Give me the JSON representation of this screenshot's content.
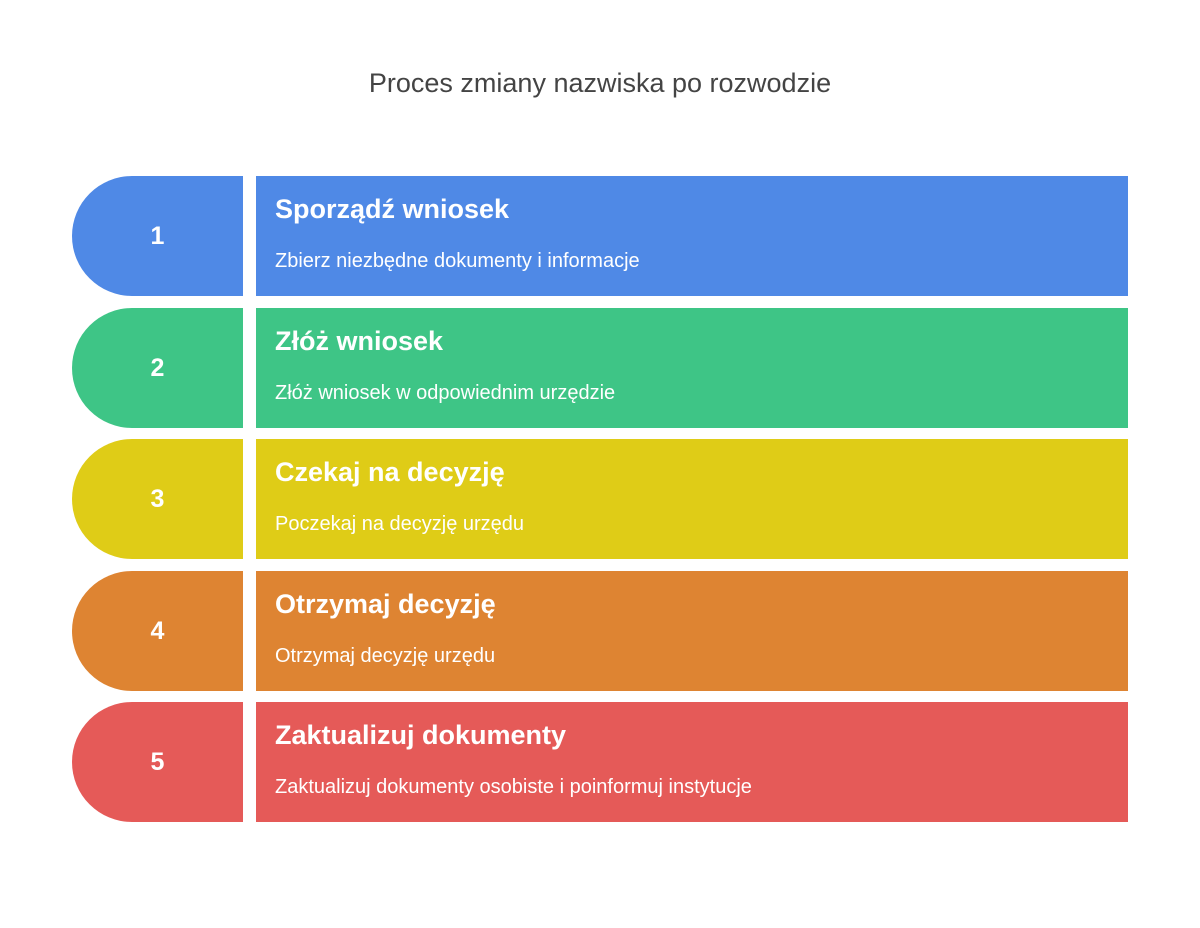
{
  "title": "Proces zmiany nazwiska po rozwodzie",
  "steps": [
    {
      "number": "1",
      "title": "Sporządź wniosek",
      "description": "Zbierz niezbędne dokumenty i informacje",
      "color": "#4f89e6"
    },
    {
      "number": "2",
      "title": "Złóż wniosek",
      "description": "Złóż wniosek w odpowiednim urzędzie",
      "color": "#3ec586"
    },
    {
      "number": "3",
      "title": "Czekaj na decyzję",
      "description": "Poczekaj na decyzję urzędu",
      "color": "#dfcc17"
    },
    {
      "number": "4",
      "title": "Otrzymaj decyzję",
      "description": "Otrzymaj decyzję urzędu",
      "color": "#de8432"
    },
    {
      "number": "5",
      "title": "Zaktualizuj dokumenty",
      "description": "Zaktualizuj dokumenty osobiste i poinformuj instytucje",
      "color": "#e55a58"
    }
  ]
}
